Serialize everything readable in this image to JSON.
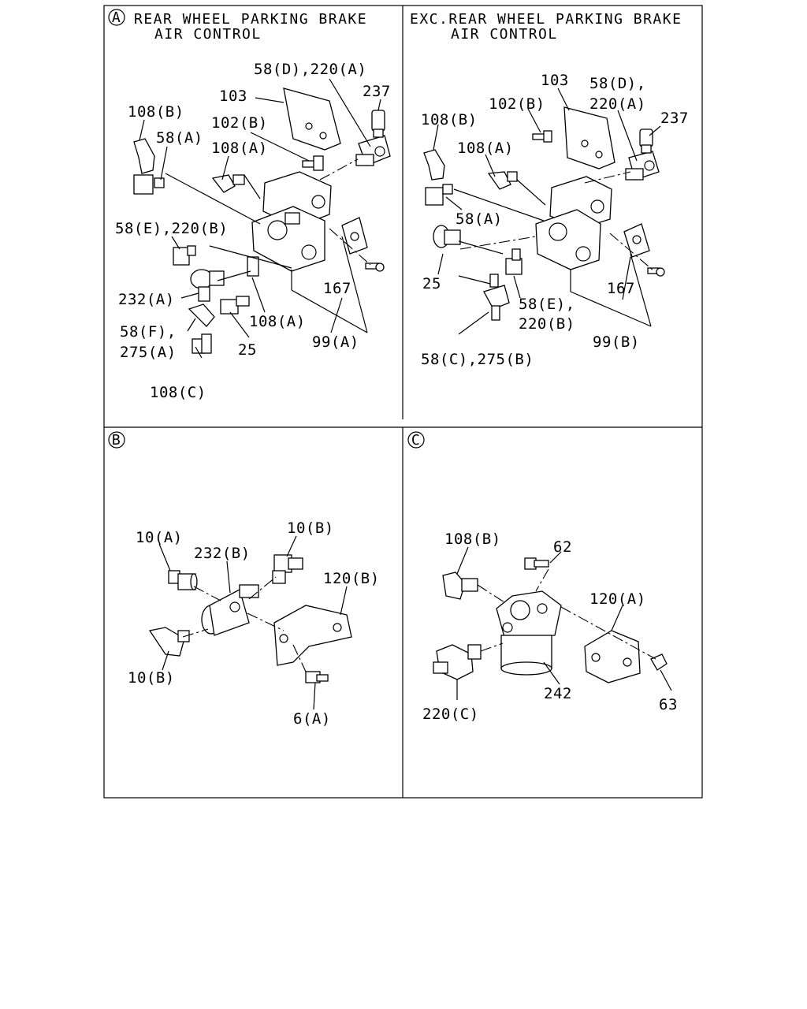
{
  "panels": {
    "a": {
      "marker": "A",
      "title_line1": "REAR WHEEL PARKING BRAKE",
      "title_line2": "AIR CONTROL",
      "labels": [
        "58(D),220(A)",
        "103",
        "237",
        "108(B)",
        "102(B)",
        "58(A)",
        "108(A)",
        "58(E),220(B)",
        "232(A)",
        "167",
        "58(F),",
        "275(A)",
        "108(A)",
        "25",
        "99(A)",
        "108(C)"
      ]
    },
    "b": {
      "title_line1": "EXC.REAR WHEEL PARKING BRAKE",
      "title_line2": "AIR CONTROL",
      "labels": [
        "103",
        "102(B)",
        "58(D),",
        "220(A)",
        "108(B)",
        "237",
        "108(A)",
        "58(A)",
        "25",
        "167",
        "58(E),",
        "220(B)",
        "99(B)",
        "58(C),275(B)"
      ]
    },
    "c": {
      "marker": "B",
      "labels": [
        "10(A)",
        "10(B)",
        "232(B)",
        "120(B)",
        "10(B)",
        "6(A)"
      ]
    },
    "d": {
      "marker": "C",
      "labels": [
        "108(B)",
        "62",
        "120(A)",
        "242",
        "220(C)",
        "63"
      ]
    }
  }
}
